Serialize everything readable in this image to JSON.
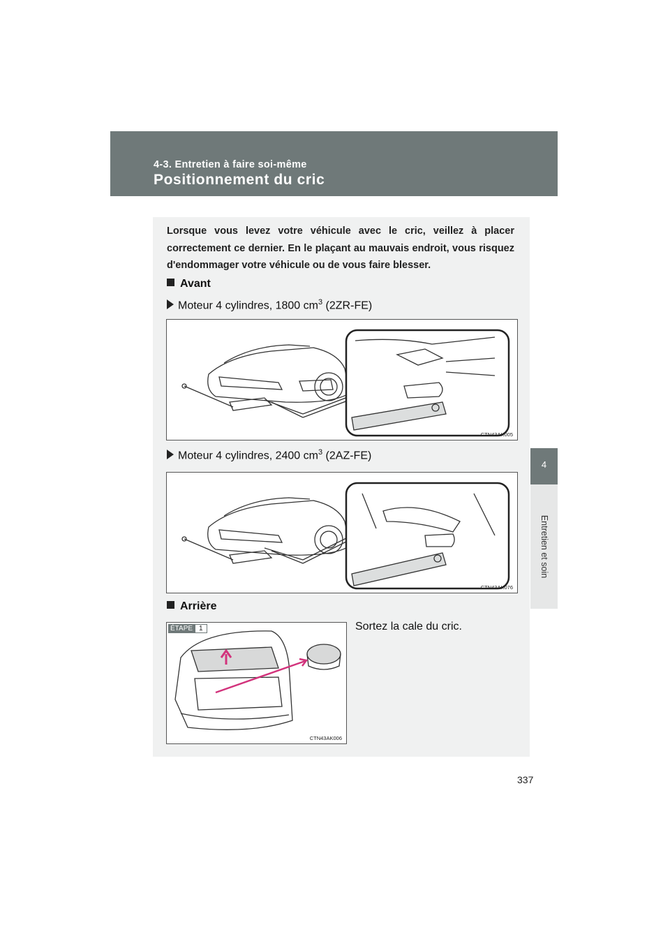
{
  "header": {
    "section": "4-3. Entretien à faire soi-même",
    "title": "Positionnement du cric"
  },
  "side_tab": {
    "number": "4",
    "label": "Entretien et soin"
  },
  "intro": "Lorsque vous levez votre véhicule avec le cric, veillez à placer correctement ce dernier. En le plaçant au mauvais endroit, vous risquez d'endommager votre véhicule ou de vous faire blesser.",
  "front": {
    "heading": "Avant",
    "engine1": {
      "prefix": "Moteur 4 cylindres, 1800 cm",
      "sup": "3",
      "suffix": " (2ZR-FE)",
      "figure_code": "CTN43AK005"
    },
    "engine2": {
      "prefix": "Moteur 4 cylindres, 2400 cm",
      "sup": "3",
      "suffix": " (2AZ-FE)",
      "figure_code": "CTN43AK076"
    }
  },
  "rear": {
    "heading": "Arrière",
    "step_label": "ÉTAPE",
    "step_number": "1",
    "step_text": "Sortez la cale du cric.",
    "figure_code": "CTN43AK006"
  },
  "page_number": "337"
}
